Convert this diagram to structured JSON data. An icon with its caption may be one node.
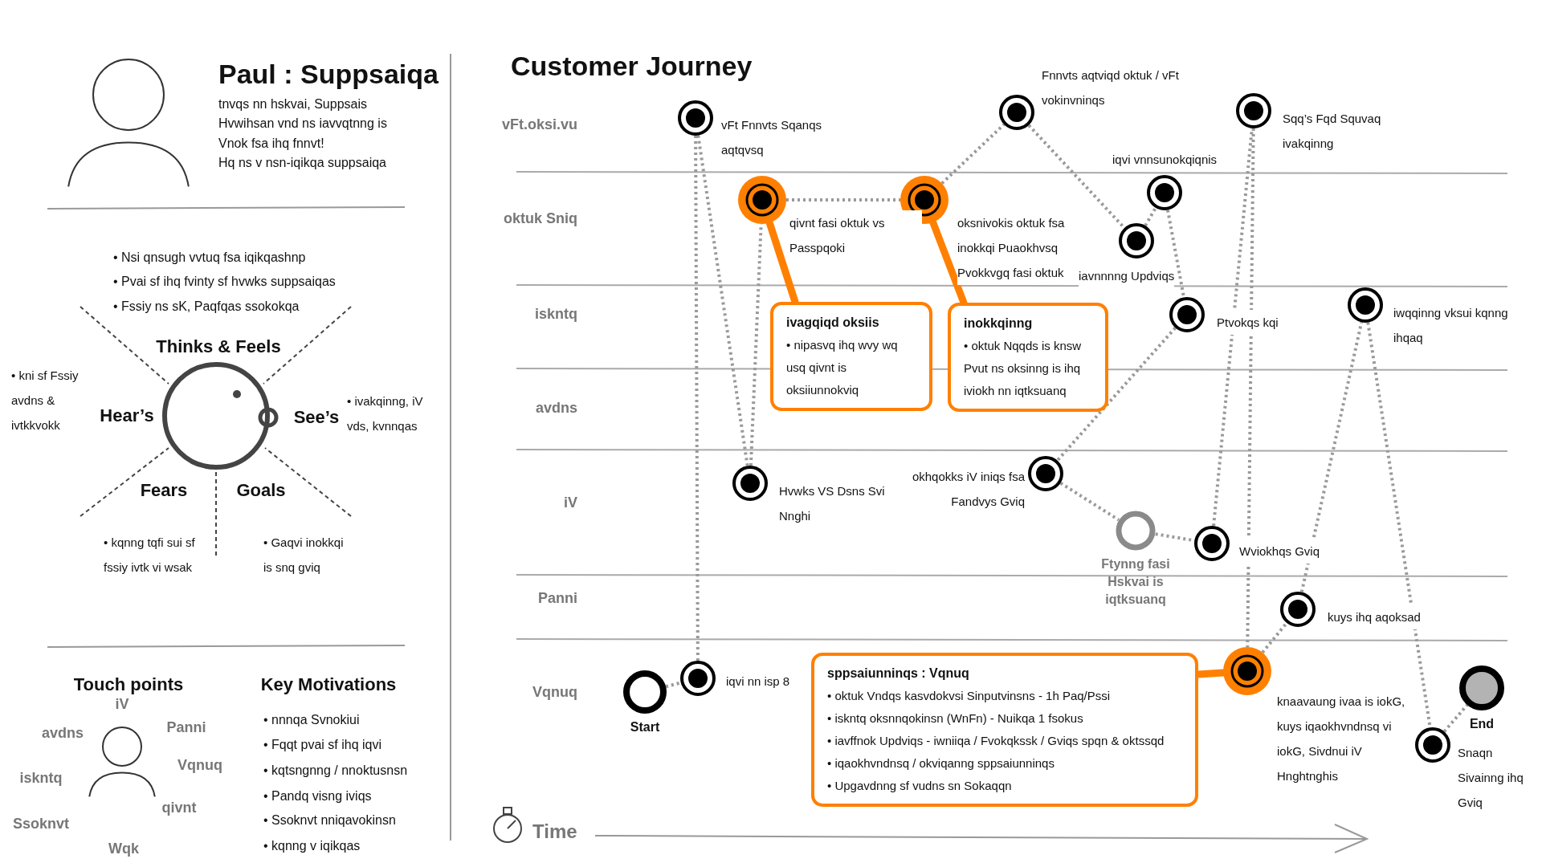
{
  "diagram": {
    "title": "Customer Journey",
    "nodes": [
      {
        "text": [
          "Start"
        ]
      },
      {
        "text": [],
        "shape": "circle",
        "beside": [
          "iqvi nn isp 8"
        ]
      },
      {
        "text": [],
        "shape": "circle",
        "beside": [
          "vFt Fnnvts Sqanqs aqtqvsq"
        ]
      },
      {
        "text": [],
        "shape": "circle",
        "beside": [
          "Hvwks VS Dsns Svi Nnghi"
        ]
      },
      {
        "text": [],
        "shape": "circle",
        "beside": [
          "qivnt fasi oktuk vs Passpqoki"
        ]
      },
      {
        "text": [],
        "shape": "circle",
        "beside": [
          "oksnivokis oktuk fsa inokkqi Puaokhvsq Pvokkvgq fasi oktuk"
        ]
      },
      {
        "text": [],
        "shape": "circle",
        "beside": [
          "Fnnvts aqtviqd oktuk / vFt vokinvninqs"
        ]
      },
      {
        "text": [],
        "shape": "circle",
        "beside": [
          "iavnnnng Updviqs"
        ]
      },
      {
        "text": [],
        "shape": "circle",
        "beside": [
          "iqvi vnnsunokqiqnis"
        ]
      },
      {
        "text": [],
        "shape": "circle",
        "beside": [
          "Ptvokqs kqi"
        ]
      },
      {
        "text": [],
        "shape": "circle",
        "beside": [
          "okhqokks iV iniqs fsa Fandvys Gviq"
        ]
      },
      {
        "text": [
          "Ftynng fasi Hskvai is iqtksuanq"
        ]
      },
      {
        "text": [],
        "shape": "circle",
        "beside": [
          "Wviokhqs Gviq"
        ]
      },
      {
        "text": [],
        "shape": "circle",
        "beside": [
          "Sqq’s Fqd Squvaq ivakqinng"
        ]
      },
      {
        "text": [],
        "shape": "circle",
        "beside": [
          "knaavaung ivaa is iokG, kuys iqaokhvndnsq vi iokG, Sivdnui iV Hnghtnghis"
        ]
      },
      {
        "text": [],
        "shape": "circle",
        "beside": [
          "kuys ihq aqoksad"
        ]
      },
      {
        "text": [],
        "shape": "circle",
        "beside": [
          "iwqqinng vksui kqnng ihqaq"
        ]
      },
      {
        "text": [],
        "shape": "circle",
        "beside": [
          "Snaqn Sivainng ihq Gviq"
        ]
      },
      {
        "text": [
          "End"
        ]
      },
      {
        "text": [
          "ivagqiqd oksiis",
          "• nipasvq ihq wvy wq usq qivnt is oksiiunnokviq"
        ]
      },
      {
        "text": [
          "inokkqinng",
          "• oktuk Nqqds is knsw Pvut ns oksinng is ihq iviokh nn iqtksuanq"
        ]
      },
      {
        "text": [
          "sppsaiunninqs : Vqnuq",
          "• oktuk Vndqs kasvdokvsi Sinputvinsns - 1h Paq/Pssi",
          "• iskntq oksnnqokinsn (WnFn) - Nuikqa 1 fsokus",
          "• iavffnok Updviqs - iwniiqa / Fvokqkssk / Gviqs spqn & oktssqd",
          "• iqaokhvndnsq / okviqanng sppsaiunninqs",
          "• Upgavdnng sf vudns sn Sokaqqn"
        ]
      }
    ],
    "edges": [
      {
        "from": 0,
        "to": 1,
        "arrow": "none",
        "style": "dashed"
      },
      {
        "from": 1,
        "to": 2,
        "arrow": "none",
        "style": "dashed"
      },
      {
        "from": 2,
        "to": 3,
        "arrow": "none",
        "style": "dashed"
      },
      {
        "from": 3,
        "to": 4,
        "arrow": "none",
        "style": "dashed"
      },
      {
        "from": 4,
        "to": 5,
        "arrow": "none",
        "style": "dashed"
      },
      {
        "from": 5,
        "to": 6,
        "arrow": "none",
        "style": "dashed"
      },
      {
        "from": 6,
        "to": 7,
        "arrow": "none",
        "style": "dashed"
      },
      {
        "from": 7,
        "to": 8,
        "arrow": "none",
        "style": "dashed"
      },
      {
        "from": 8,
        "to": 9,
        "arrow": "none",
        "style": "dashed"
      },
      {
        "from": 9,
        "to": 10,
        "arrow": "none",
        "style": "dashed"
      },
      {
        "from": 10,
        "to": 11,
        "arrow": "none",
        "style": "dashed"
      },
      {
        "from": 11,
        "to": 12,
        "arrow": "none",
        "style": "dashed"
      },
      {
        "from": 12,
        "to": 13,
        "arrow": "none",
        "style": "dashed"
      },
      {
        "from": 13,
        "to": 14,
        "arrow": "none",
        "style": "dashed"
      },
      {
        "from": 14,
        "to": 15,
        "arrow": "none",
        "style": "dashed"
      },
      {
        "from": 15,
        "to": 16,
        "arrow": "none",
        "style": "dashed"
      },
      {
        "from": 16,
        "to": 17,
        "arrow": "none",
        "style": "dashed"
      },
      {
        "from": 17,
        "to": 18,
        "arrow": "none",
        "style": "dashed"
      },
      {
        "from": 19,
        "to": 4,
        "arrow": "none",
        "style": "thick",
        "color": "#ff8000"
      },
      {
        "from": 20,
        "to": 5,
        "arrow": "none",
        "style": "thick",
        "color": "#ff8000"
      },
      {
        "from": 21,
        "to": 14,
        "arrow": "none",
        "style": "thick",
        "color": "#ff8000"
      }
    ],
    "labels": [
      "Paul : Suppsaiqa",
      "tnvqs nn hskvai, Suppsais",
      "Hvwihsan vnd ns iavvqtnng is",
      "Vnok fsa ihq fnnvt!",
      "Hq ns v nsn-iqikqa suppsaiqa",
      "• Nsi qnsugh vvtuq fsa iqikqashnp",
      "• Pvai sf ihq fvinty sf hvwks suppsaiqas",
      "• Fssiy ns sK, Paqfqas ssokokqa",
      "Thinks & Feels",
      "• kni sf Fssiy avdns & ivtkkvokk",
      "Hear’s",
      "See’s",
      "• ivakqinng, iV vds, kvnnqas",
      "Fears",
      "Goals",
      "• kqnng tqfi sui sf fssiy ivtk vi wsak",
      "• Gaqvi inokkqi is snq gviq",
      "Touch points",
      "Key Motivations",
      "iV",
      "avdns",
      "Panni",
      "iskntq",
      "Vqnuq",
      "qivnt",
      "Ssoknvt",
      "Wqk",
      "• nnnqa Svnokiui",
      "• Fqqt pvai sf ihq iqvi",
      "• kqtsngnng / nnoktusnsn",
      "• Pandq visng iviqs",
      "• Ssoknvt nniqavokinsn",
      "• kqnng v iqikqas",
      "vFt.oksi.vu",
      "oktuk Sniq",
      "iskntq",
      "avdns",
      "iV",
      "Panni",
      "Vqnuq",
      "Time"
    ]
  }
}
